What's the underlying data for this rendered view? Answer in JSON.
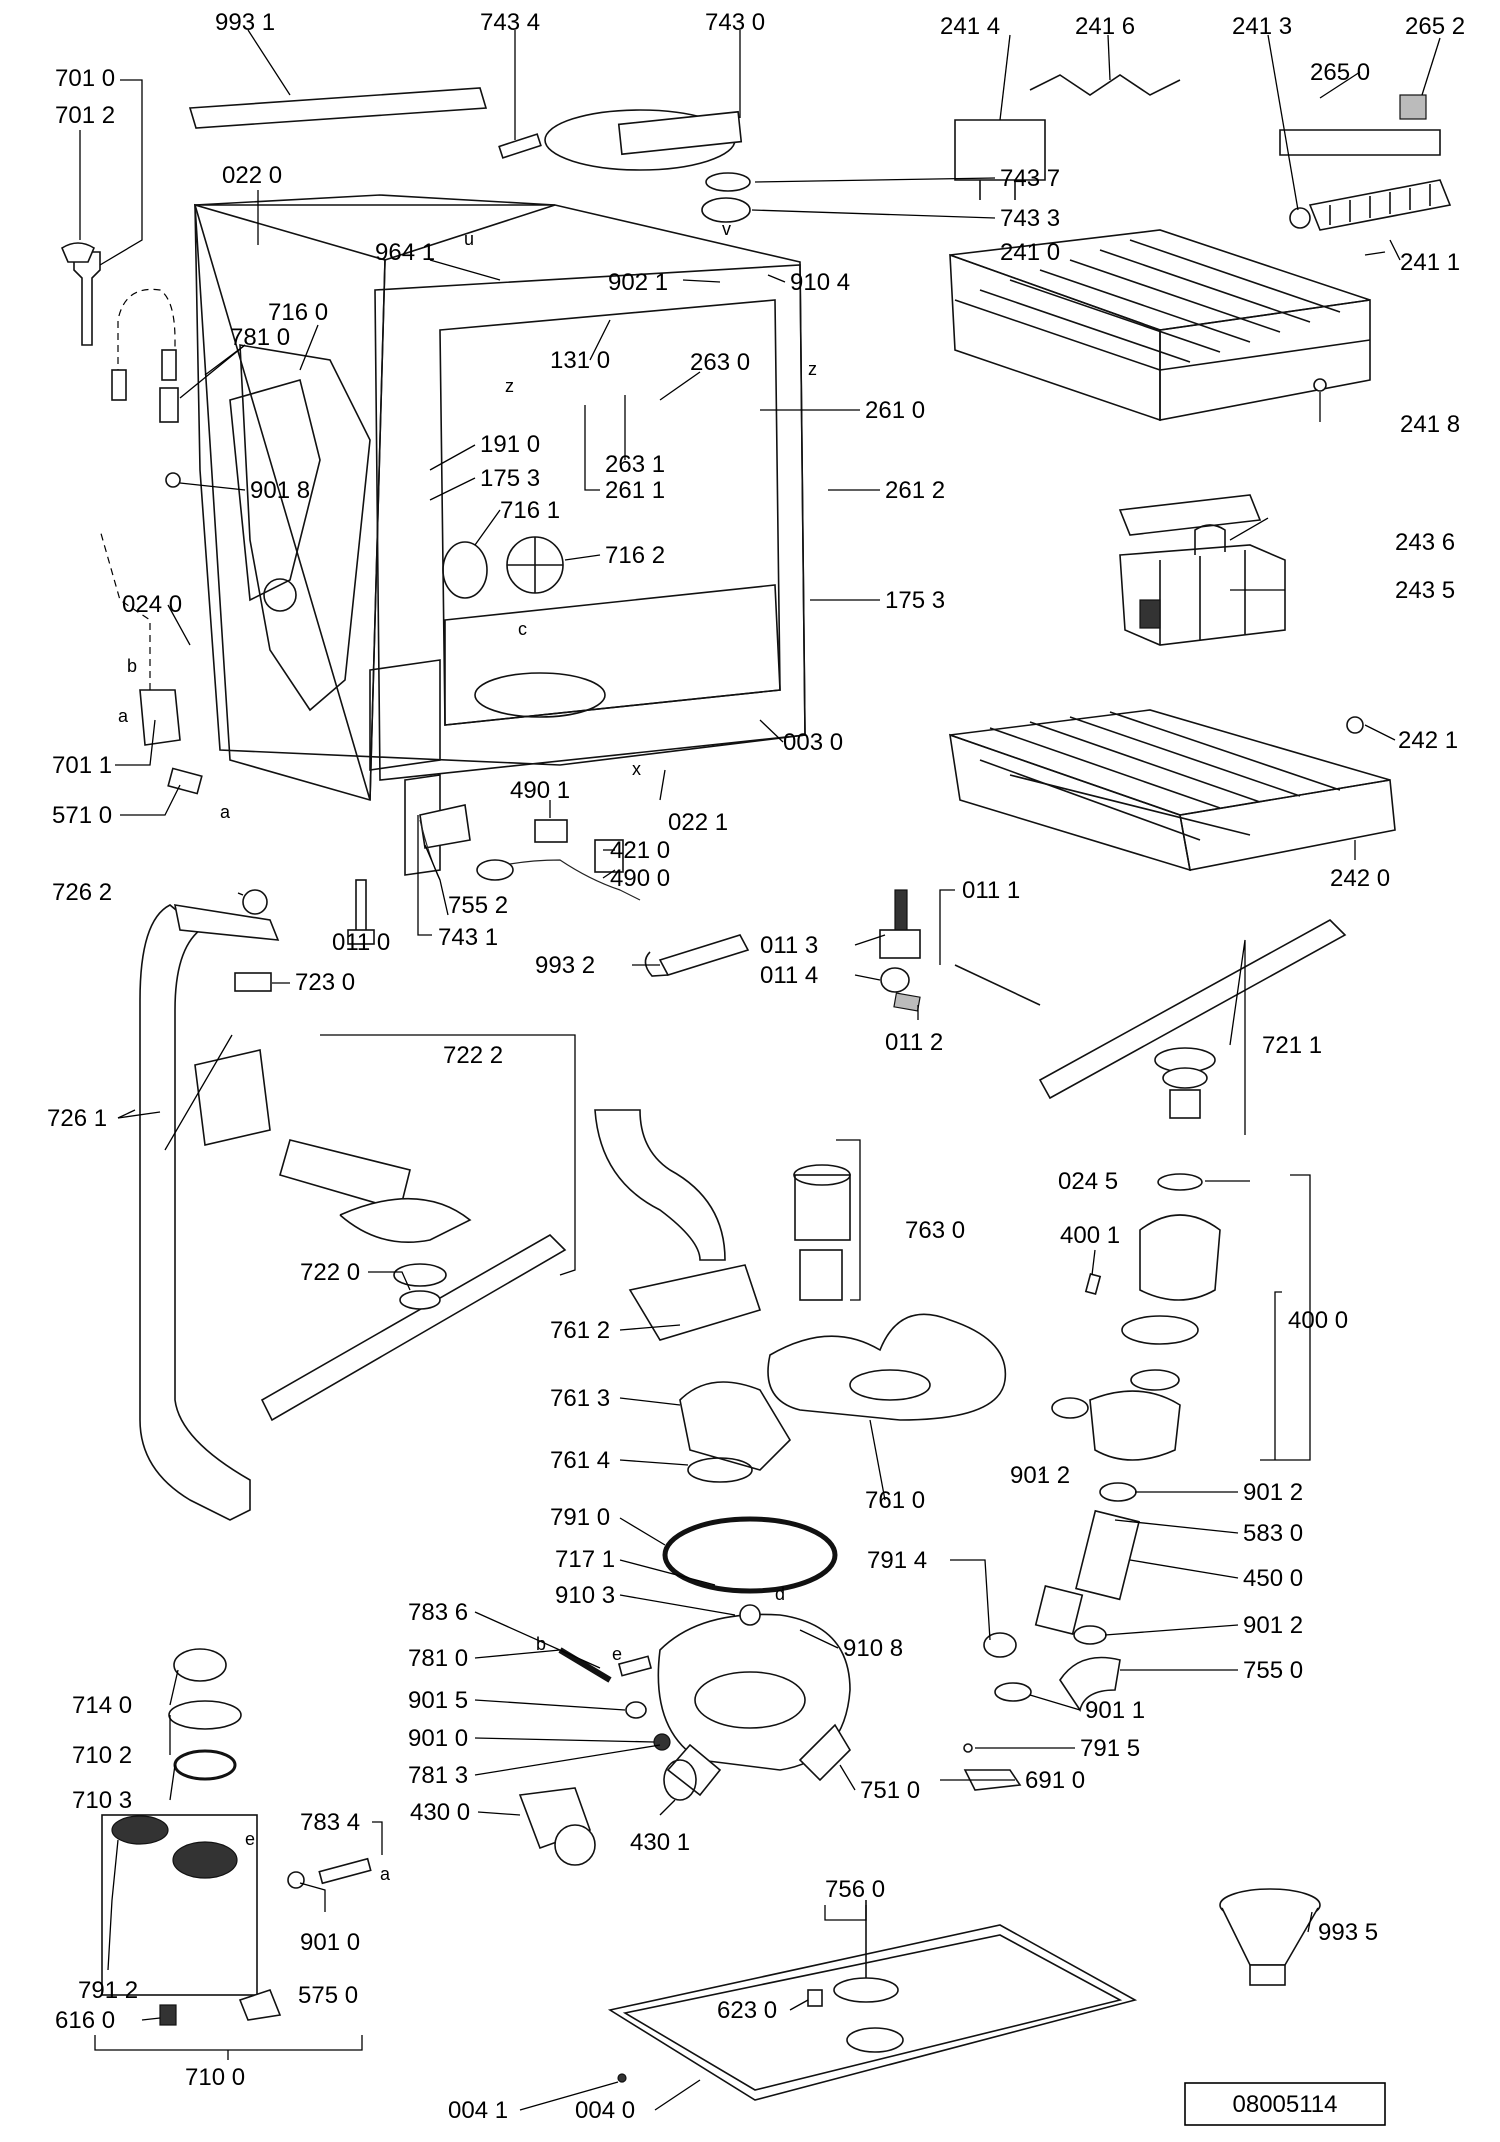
{
  "reference_code": "08005114",
  "part_labels": [
    "993 1",
    "743 4",
    "743 0",
    "241 4",
    "241 6",
    "241 3",
    "265 2",
    "701 0",
    "701 2",
    "265 0",
    "022 0",
    "743 7",
    "743 3",
    "241 0",
    "241 1",
    "964 1",
    "902 1",
    "910 4",
    "716 0",
    "781 0",
    "131 0",
    "263 0",
    "261 0",
    "241 8",
    "263 1",
    "261 1",
    "261 2",
    "191 0",
    "175 3",
    "901 8",
    "716 1",
    "716 2",
    "243 6",
    "243 5",
    "175 3",
    "024 0",
    "003 0",
    "242 1",
    "701 1",
    "490 1",
    "571 0",
    "022 1",
    "421 0",
    "490 0",
    "242 0",
    "755 2",
    "726 2",
    "011 0",
    "743 1",
    "011 1",
    "011 3",
    "993 2",
    "011 4",
    "723 0",
    "011 2",
    "721 1",
    "722 2",
    "726 1",
    "763 0",
    "024 5",
    "400 1",
    "722 0",
    "400 0",
    "761 2",
    "761 3",
    "761 4",
    "761 0",
    "901 2",
    "901 2",
    "791 0",
    "583 0",
    "717 1",
    "791 4",
    "450 0",
    "910 3",
    "910 8",
    "783 6",
    "901 2",
    "781 0",
    "755 0",
    "714 0",
    "901 5",
    "901 1",
    "901 0",
    "710 2",
    "781 3",
    "791 5",
    "751 0",
    "691 0",
    "710 3",
    "783 4",
    "430 0",
    "430 1",
    "901 0",
    "756 0",
    "993 5",
    "791 2",
    "575 0",
    "623 0",
    "616 0",
    "710 0",
    "004 1",
    "004 0"
  ],
  "marker_letters": [
    "u",
    "z",
    "z",
    "c",
    "b",
    "a",
    "a",
    "x",
    "v",
    "e",
    "d",
    "b",
    "e",
    "a"
  ],
  "icons": {
    "lower_basket": "wire-basket-icon",
    "upper_basket": "wire-basket-icon",
    "cutlery_basket": "cutlery-basket-icon",
    "spray_arm": "spray-arm-icon",
    "pump": "pump-icon",
    "tub": "dishwasher-tub-icon",
    "funnel": "funnel-icon"
  }
}
